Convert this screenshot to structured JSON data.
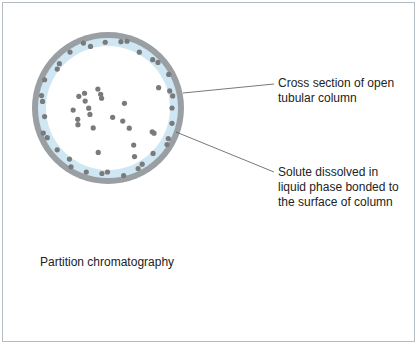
{
  "diagram": {
    "caption": "Partition chromatography",
    "labels": [
      "Cross section of open tubular column",
      "Solute dissolved in liquid phase bonded to the surface of column"
    ]
  }
}
